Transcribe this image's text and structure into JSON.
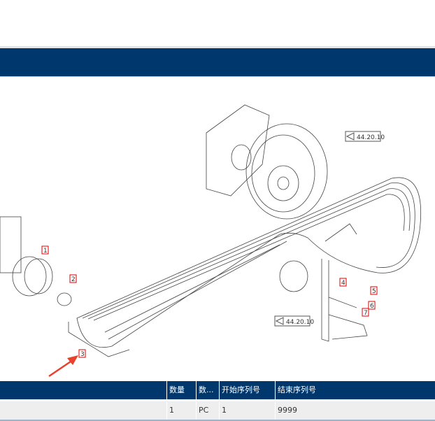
{
  "diagram": {
    "callouts": [
      "1",
      "2",
      "3",
      "4",
      "5",
      "6",
      "7"
    ],
    "references": [
      "44.20.10",
      "44.20.10"
    ]
  },
  "table": {
    "headers": [
      "数量",
      "数...",
      "开始序列号",
      "结束序列号"
    ],
    "rows": [
      [
        "1",
        "PC",
        "1",
        "9999"
      ]
    ]
  },
  "colors": {
    "header": "#00386e",
    "callout": "#e00000",
    "arrow": "#e8412c"
  }
}
